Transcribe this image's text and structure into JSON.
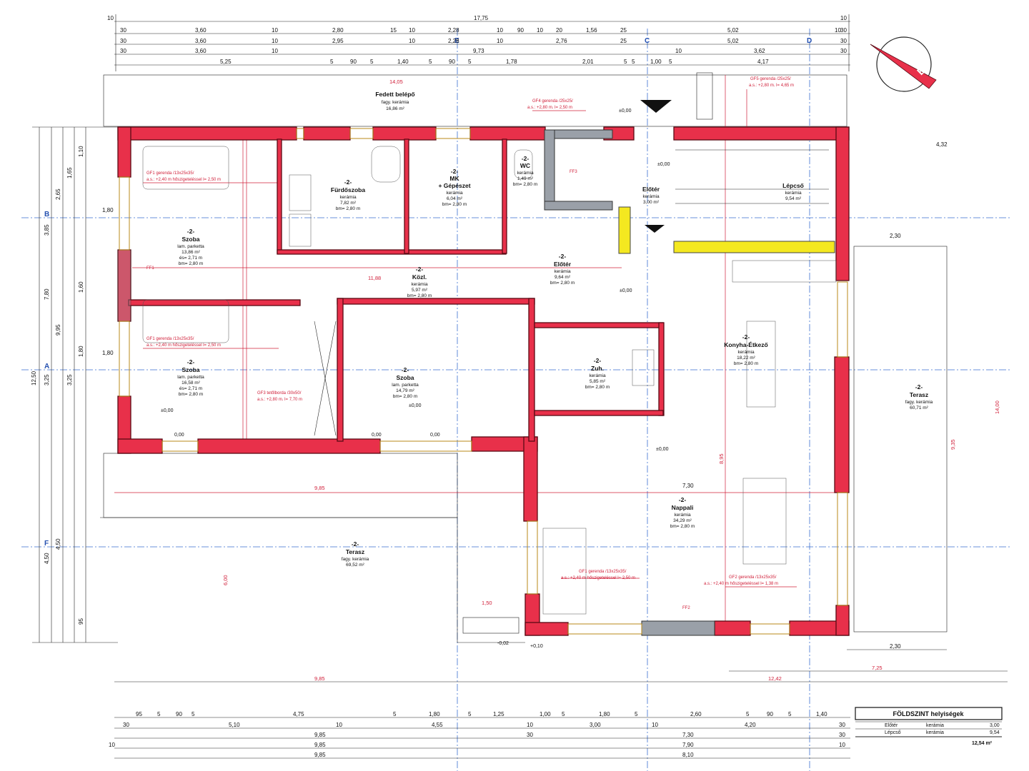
{
  "title": "FÖLDSZINT helyiségek",
  "legend": {
    "rows": [
      {
        "room": "Előtér",
        "floor": "kerámia",
        "area": "3,00"
      },
      {
        "room": "Lépcső",
        "floor": "kerámia",
        "area": "9,54"
      }
    ],
    "total": "12,54 m²"
  },
  "rooms": [
    {
      "name": "Fedett belépő",
      "floor": "fagy. kerámia",
      "area": "16,86 m²",
      "height": ""
    },
    {
      "name": "-2-\nFürdőszoba",
      "floor": "kerámia",
      "area": "7,82 m²",
      "height": "bm= 2,80 m"
    },
    {
      "name": "-2-\nMK\n+ Gépészet",
      "floor": "kerámia",
      "area": "6,04 m²",
      "height": "bm= 2,80 m"
    },
    {
      "name": "-2-\nWC",
      "floor": "kerámia",
      "area": "1,49 m²",
      "height": "bm= 2,80 m"
    },
    {
      "name": "-2-\nSzoba",
      "floor": "lam. parketta",
      "area": "13,86 m²",
      "extra": "és= 2,71 m",
      "height": "bm= 2,80 m"
    },
    {
      "name": "-2-\nKözl.",
      "floor": "kerámia",
      "area": "5,97 m²",
      "height": "bm= 2,80 m"
    },
    {
      "name": "-2-\nElőtér",
      "floor": "kerámia",
      "area": "9,64 m²",
      "height": "bm= 2,80 m"
    },
    {
      "name": "Előtér",
      "floor": "kerámia",
      "area": "3,00 m²",
      "height": ""
    },
    {
      "name": "Lépcső",
      "floor": "kerámia",
      "area": "9,54 m²",
      "height": ""
    },
    {
      "name": "-2-\nSzoba",
      "floor": "lam. parketta",
      "area": "16,58 m²",
      "extra": "és= 2,71 m",
      "height": "bm= 2,80 m"
    },
    {
      "name": "-2-\nSzoba",
      "floor": "lam. parketta",
      "area": "14,79 m²",
      "height": "bm= 2,80 m"
    },
    {
      "name": "-2-\nZuh.",
      "floor": "kerámia",
      "area": "5,85 m²",
      "height": "bm= 2,80 m"
    },
    {
      "name": "-2-\nKonyha-Étkező",
      "floor": "kerámia",
      "area": "18,22 m²",
      "height": "bm= 2,80 m"
    },
    {
      "name": "-2-\nNappali",
      "floor": "kerámia",
      "area": "34,29 m²",
      "height": "bm= 2,80 m"
    },
    {
      "name": "-2-\nTerasz",
      "floor": "fagy. kerámia",
      "area": "69,52 m²",
      "height": ""
    },
    {
      "name": "-2-\nTerasz",
      "floor": "fagy. kerámia",
      "area": "60,71 m²",
      "height": ""
    }
  ],
  "beams": [
    "GF1 gerenda /13x25x35/",
    "a.s.: +2,40 m hőszigeteléssel l= 2,50 m",
    "GF3 tetőlborda /30x50/",
    "a.s.: +2,80 m. l= 7,70 m",
    "GF4 gerenda /25x25/",
    "a.s.: +2,80 m. l= 2,50 m",
    "GF5 gerenda /25x25/",
    "a.s.: +2,80 m. l= 4,65 m",
    "GF2 gerenda /13x25x35/",
    "a.s.: +2,40 m hőszigeteléssel l= 1,38 m",
    "FF1",
    "FF2",
    "FF3"
  ],
  "levels": [
    "±0,00",
    "-0,02",
    "+0,10",
    "0,00"
  ],
  "axes": [
    "B",
    "A",
    "E",
    "C",
    "D"
  ],
  "dims": {
    "top_total": "17,75",
    "top_row1": [
      "10",
      "30",
      "3,60",
      "10",
      "2,80",
      "15",
      "10",
      "2,28",
      "10",
      "90",
      "10",
      "20",
      "1,56",
      "25",
      "5,02",
      "10",
      "30"
    ],
    "top_row2": [
      "30",
      "3,60",
      "10",
      "2,95",
      "10",
      "2,28",
      "10",
      "2,76",
      "25",
      "5,02",
      "30"
    ],
    "top_row3": [
      "30",
      "3,60",
      "10",
      "9,73",
      "10",
      "3,62",
      "30"
    ],
    "top_row4": [
      "5,25",
      "5",
      "90",
      "5",
      "1,40",
      "5",
      "90",
      "5",
      "1,78",
      "2,01",
      "5",
      "5",
      "1,00",
      "5",
      "4,17"
    ],
    "bottom_row1": [
      "95",
      "5",
      "90",
      "5",
      "4,75",
      "5",
      "1,80",
      "5",
      "1,25",
      "1,00",
      "5",
      "1,80",
      "5",
      "2,60",
      "5",
      "90",
      "5",
      "1,40"
    ],
    "bottom_row2": [
      "30",
      "5,10",
      "10",
      "4,55",
      "10",
      "3,00",
      "10",
      "4,20",
      "30"
    ],
    "bottom_row3": [
      "9,85",
      "30",
      "7,30",
      "30"
    ],
    "bottom_row4": [
      "10",
      "9,85",
      "7,90",
      "10"
    ],
    "bottom_row5": [
      "9,85",
      "8,10"
    ],
    "left": [
      "10",
      "30",
      "1,10",
      "1,65",
      "2,65",
      "3,85",
      "7,80",
      "9,95",
      "12,50",
      "1,80",
      "1,10",
      "1,60",
      "3,25",
      "1,80",
      "3,25",
      "4,50",
      "4,50",
      "95"
    ],
    "misc": [
      "14,05",
      "12,42",
      "9,85",
      "7,25",
      "4,32",
      "2,30",
      "2,30",
      "14,00",
      "9,35",
      "6,00",
      "8,95",
      "1,50",
      "11,88",
      "7,30",
      "9,85"
    ]
  },
  "colors": {
    "wall": "#e8304a",
    "yellow": "#f4e820",
    "axis": "#3a6fd0",
    "red": "#d0203a"
  }
}
